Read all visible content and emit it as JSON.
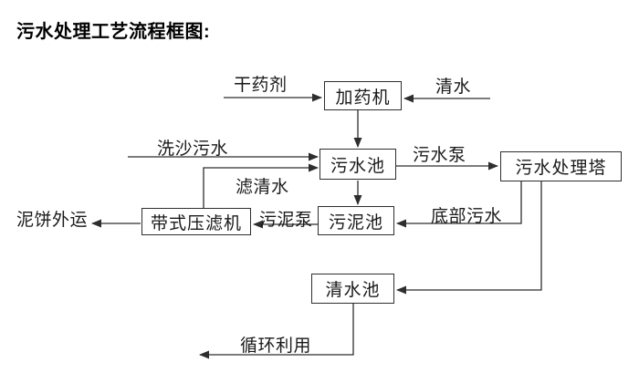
{
  "page": {
    "title": "污水处理工艺流程框图:"
  },
  "colors": {
    "line": "#2e2e2e",
    "text": "#1a1a1a",
    "background": "#ffffff"
  },
  "diagram": {
    "boxes": [
      {
        "id": "dosing-machine",
        "label": "加药机"
      },
      {
        "id": "sewage-pool",
        "label": "污水池"
      },
      {
        "id": "sewage-treatment-tower",
        "label": "污水处理塔"
      },
      {
        "id": "sludge-pool",
        "label": "污泥池"
      },
      {
        "id": "belt-filter-press",
        "label": "带式压滤机"
      },
      {
        "id": "clean-water-pool",
        "label": "清水池"
      }
    ],
    "flow_labels": [
      {
        "id": "dry-agent",
        "label": "干药剂"
      },
      {
        "id": "clean-water",
        "label": "清水"
      },
      {
        "id": "sand-washing-sewage",
        "label": "洗沙污水"
      },
      {
        "id": "sewage-pump",
        "label": "污水泵"
      },
      {
        "id": "filtered-water",
        "label": "滤清水"
      },
      {
        "id": "mud-cake-outbound",
        "label": "泥饼外运"
      },
      {
        "id": "sludge-pump",
        "label": "污泥泵"
      },
      {
        "id": "bottom-sewage",
        "label": "底部污水"
      },
      {
        "id": "recycling-use",
        "label": "循环利用"
      }
    ],
    "edges": [
      {
        "from": "干药剂",
        "to": "加药机",
        "label": "干药剂"
      },
      {
        "from": "清水",
        "to": "加药机",
        "label": "清水"
      },
      {
        "from": "加药机",
        "to": "污水池",
        "label": ""
      },
      {
        "from": "洗沙污水",
        "to": "污水池",
        "label": "洗沙污水"
      },
      {
        "from": "带式压滤机",
        "to": "污水池",
        "label": "滤清水"
      },
      {
        "from": "污水池",
        "to": "污水处理塔",
        "label": "污水泵"
      },
      {
        "from": "污水池",
        "to": "污泥池",
        "label": ""
      },
      {
        "from": "污水处理塔",
        "to": "污泥池",
        "label": "底部污水"
      },
      {
        "from": "污泥池",
        "to": "带式压滤机",
        "label": "污泥泵"
      },
      {
        "from": "带式压滤机",
        "to": "泥饼外运",
        "label": "泥饼外运"
      },
      {
        "from": "污水处理塔",
        "to": "清水池",
        "label": ""
      },
      {
        "from": "清水池",
        "to": "循环利用",
        "label": "循环利用"
      }
    ]
  }
}
